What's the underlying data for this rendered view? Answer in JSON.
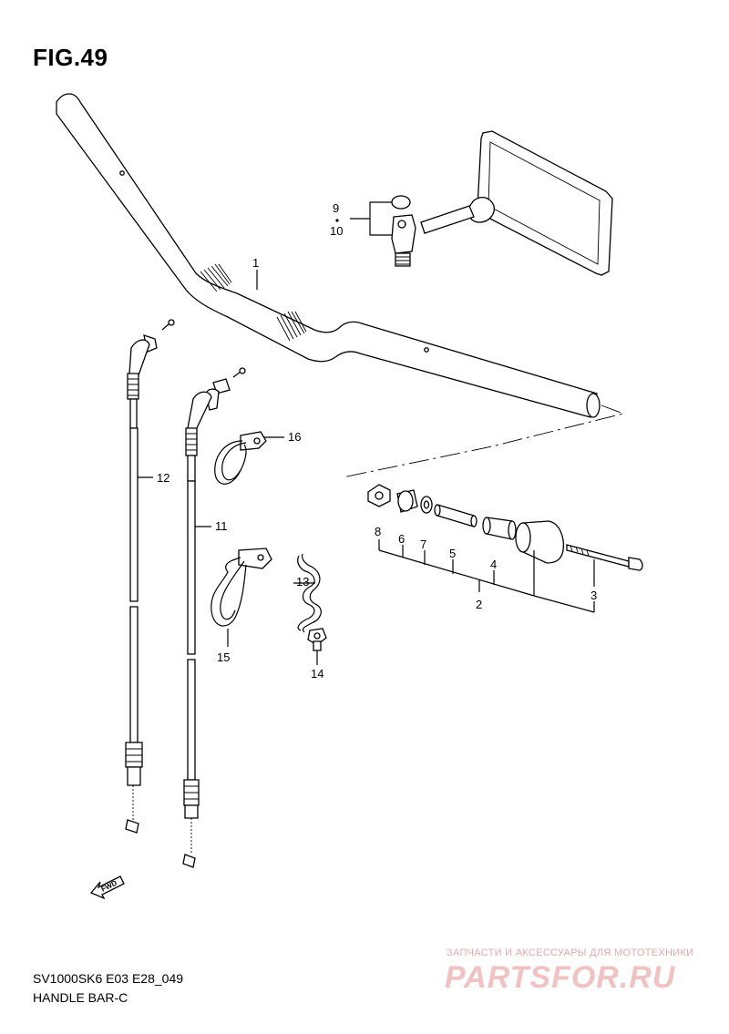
{
  "figure": {
    "title": "FIG.49",
    "model_code": "SV1000SK6 E03 E28_049",
    "section_name": "HANDLE BAR-C"
  },
  "callouts": [
    {
      "id": "c1",
      "label": "1"
    },
    {
      "id": "c2",
      "label": "2"
    },
    {
      "id": "c3",
      "label": "3"
    },
    {
      "id": "c4",
      "label": "4"
    },
    {
      "id": "c5",
      "label": "5"
    },
    {
      "id": "c6",
      "label": "6"
    },
    {
      "id": "c7",
      "label": "7"
    },
    {
      "id": "c8",
      "label": "8"
    },
    {
      "id": "c9",
      "label": "9"
    },
    {
      "id": "c10",
      "label": "10"
    },
    {
      "id": "c11",
      "label": "11"
    },
    {
      "id": "c12",
      "label": "12"
    },
    {
      "id": "c13",
      "label": "13"
    },
    {
      "id": "c14",
      "label": "14"
    },
    {
      "id": "c15",
      "label": "15"
    },
    {
      "id": "c16",
      "label": "16"
    }
  ],
  "fwd_marker": "FWD",
  "watermark": {
    "tagline": "ЗАПЧАСТИ И АКСЕССУАРЫ ДЛЯ МОТОТЕХНИКИ",
    "logo": "PARTSFOR.RU"
  }
}
